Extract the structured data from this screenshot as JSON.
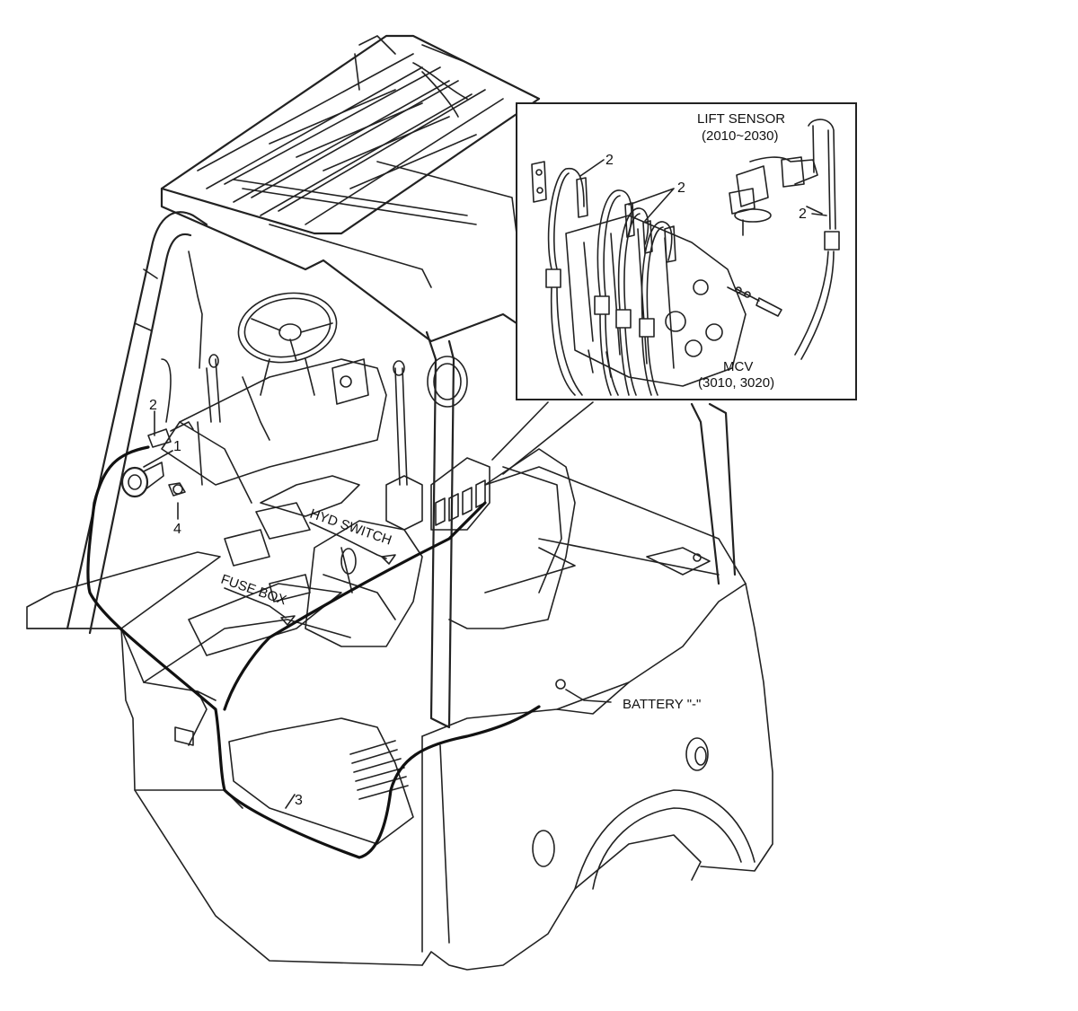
{
  "labels": {
    "lift_sensor": "LIFT SENSOR",
    "lift_sensor_range": "(2010~2030)",
    "mcv": "MCV",
    "mcv_range": "(3010, 3020)",
    "hyd_switch": "HYD SWITCH",
    "fuse_box": "FUSE BOX",
    "battery": "BATTERY \"-\""
  },
  "callouts": {
    "part_1": "1",
    "part_2_main": "2",
    "part_2_inset_a": "2",
    "part_2_inset_b": "2",
    "part_2_inset_c": "2",
    "part_3": "3",
    "part_4": "4"
  },
  "colors": {
    "line": "#222222",
    "background": "#ffffff"
  }
}
